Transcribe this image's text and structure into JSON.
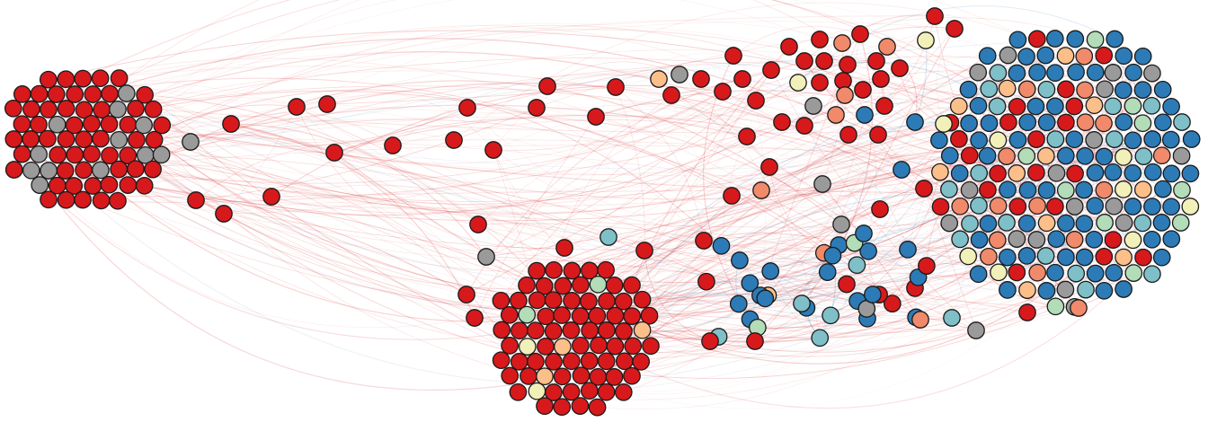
{
  "network": {
    "palette": {
      "red": "#d7191c",
      "salmon": "#f08a6a",
      "peach": "#fdbf8a",
      "cream": "#f1f0b8",
      "mint": "#b3dcb9",
      "teal": "#7fbfc8",
      "blue": "#2c7bb6",
      "gray": "#9a9a9a"
    },
    "edge_colors": {
      "red": "#d7191c",
      "blue": "#2c7bb6"
    },
    "node_outline": "#1a1a1a",
    "clusters": [
      {
        "name": "left-cluster",
        "dominant_color": "red",
        "secondary_color": "gray",
        "node_count": 95
      },
      {
        "name": "bottom-center-cluster",
        "dominant_color": "red",
        "node_count": 110
      },
      {
        "name": "right-cluster",
        "dominant_color": "blue",
        "mixed_colors": [
          "red",
          "salmon",
          "peach",
          "cream",
          "mint",
          "teal",
          "gray"
        ],
        "node_count": 240
      }
    ]
  }
}
